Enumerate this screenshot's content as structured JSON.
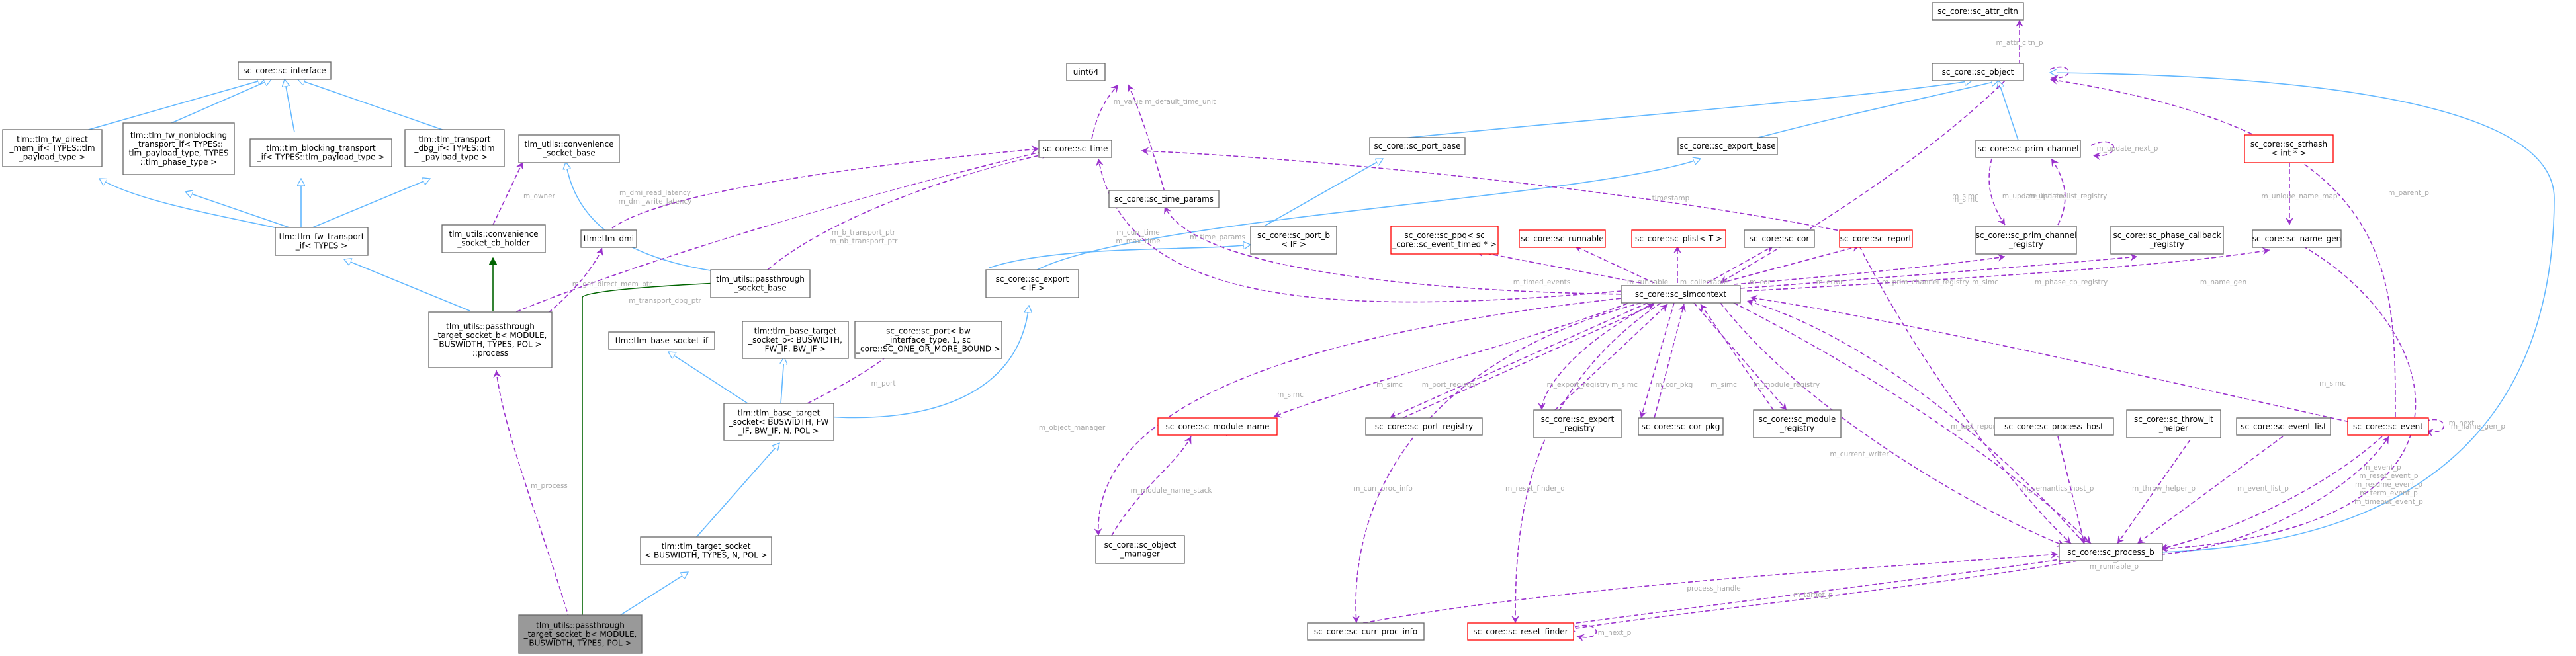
{
  "colors": {
    "inheritance": "#63b8ff",
    "protected_inheritance": "#006400",
    "usage": "#9a32cd",
    "label": "#a8a8a8",
    "node_border": "#666666",
    "truncated_border": "#ff0000",
    "focus_fill": "#999999"
  },
  "nodes": {
    "sc_attr_cltn": [
      "sc_core::sc_attr_cltn"
    ],
    "sc_object": [
      "sc_core::sc_object"
    ],
    "uint64": [
      "uint64"
    ],
    "sc_interface": [
      "sc_core::sc_interface"
    ],
    "fw_direct_mem_if": [
      "tlm::tlm_fw_direct",
      "_mem_if< TYPES::tlm",
      "_payload_type >"
    ],
    "fw_nonblocking_if": [
      "tlm::tlm_fw_nonblocking",
      "_transport_if< TYPES::",
      "tlm_payload_type, TYPES",
      "::tlm_phase_type >"
    ],
    "blocking_transport_if": [
      "tlm::tlm_blocking_transport",
      "_if< TYPES::tlm_payload_type >"
    ],
    "transport_dbg_if": [
      "tlm::tlm_transport",
      "_dbg_if< TYPES::tlm",
      "_payload_type >"
    ],
    "convenience_socket_base": [
      "tlm_utils::convenience",
      "_socket_base"
    ],
    "sc_time": [
      "sc_core::sc_time"
    ],
    "sc_port_base": [
      "sc_core::sc_port_base"
    ],
    "sc_export_base": [
      "sc_core::sc_export_base"
    ],
    "sc_prim_channel": [
      "sc_core::sc_prim_channel"
    ],
    "sc_strhash": [
      "sc_core::sc_strhash",
      "< int * >"
    ],
    "tlm_fw_transport_if": [
      "tlm::tlm_fw_transport",
      "_if< TYPES >"
    ],
    "convenience_socket_cb_holder": [
      "tlm_utils::convenience",
      "_socket_cb_holder"
    ],
    "tlm_dmi": [
      "tlm::tlm_dmi"
    ],
    "sc_time_params": [
      "sc_core::sc_time_params"
    ],
    "sc_port_b": [
      "sc_core::sc_port_b",
      "< IF >"
    ],
    "sc_ppq": [
      "sc_core::sc_ppq< sc",
      "_core::sc_event_timed * >"
    ],
    "sc_runnable": [
      "sc_core::sc_runnable"
    ],
    "sc_plist": [
      "sc_core::sc_plist< T >"
    ],
    "sc_cor": [
      "sc_core::sc_cor"
    ],
    "sc_report": [
      "sc_core::sc_report"
    ],
    "sc_prim_channel_registry": [
      "sc_core::sc_prim_channel",
      "_registry"
    ],
    "sc_phase_callback_registry": [
      "sc_core::sc_phase_callback",
      "_registry"
    ],
    "sc_name_gen": [
      "sc_core::sc_name_gen"
    ],
    "passthrough_socket_base": [
      "tlm_utils::passthrough",
      "_socket_base"
    ],
    "passthrough_process": [
      "tlm_utils::passthrough",
      "_target_socket_b< MODULE,",
      "BUSWIDTH, TYPES, POL >",
      "::process"
    ],
    "sc_export": [
      "sc_core::sc_export",
      "< IF >"
    ],
    "tlm_base_socket_if": [
      "tlm::tlm_base_socket_if"
    ],
    "tlm_base_target_socket_b": [
      "tlm::tlm_base_target",
      "_socket_b< BUSWIDTH,",
      "FW_IF, BW_IF >"
    ],
    "sc_port": [
      "sc_core::sc_port< bw",
      "_interface_type, 1, sc",
      "_core::SC_ONE_OR_MORE_BOUND >"
    ],
    "sc_simcontext": [
      "sc_core::sc_simcontext"
    ],
    "tlm_base_target_socket": [
      "tlm::tlm_base_target",
      "_socket< BUSWIDTH, FW",
      "_IF, BW_IF, N, POL >"
    ],
    "sc_module_name": [
      "sc_core::sc_module_name"
    ],
    "sc_port_registry": [
      "sc_core::sc_port_registry"
    ],
    "sc_export_registry": [
      "sc_core::sc_export",
      "_registry"
    ],
    "sc_cor_pkg": [
      "sc_core::sc_cor_pkg"
    ],
    "sc_module_registry": [
      "sc_core::sc_module",
      "_registry"
    ],
    "sc_process_host": [
      "sc_core::sc_process_host"
    ],
    "sc_throw_it_helper": [
      "sc_core::sc_throw_it",
      "_helper"
    ],
    "sc_event_list": [
      "sc_core::sc_event_list"
    ],
    "sc_event": [
      "sc_core::sc_event"
    ],
    "tlm_target_socket": [
      "tlm::tlm_target_socket",
      "< BUSWIDTH, TYPES, N, POL >"
    ],
    "sc_object_manager": [
      "sc_core::sc_object",
      "_manager"
    ],
    "sc_process_b": [
      "sc_core::sc_process_b"
    ],
    "sc_cor_proc_info": [
      "sc_core::sc_curr_proc_info"
    ],
    "sc_reset_finder": [
      "sc_core::sc_reset_finder"
    ],
    "focus": [
      "tlm_utils::passthrough",
      "_target_socket_b< MODULE,",
      "BUSWIDTH, TYPES, POL >"
    ]
  },
  "edge_labels": {
    "attr_cltn": "m_attr_cltn_p",
    "object_parent": "m_parent",
    "value_default": "m_value\nm_default_time_unit",
    "owner": "m_owner",
    "dmi_latency": [
      "m_dmi_read_latency",
      "m_dmi_write_latency"
    ],
    "get_direct_mem_ptr": "m_get_direct_mem_ptr",
    "transport_ptrs": [
      "m_b_transport_ptr",
      "m_nb_transport_ptr"
    ],
    "transport_dbg_ptr": "m_transport_dbg_ptr",
    "process": "m_process",
    "port": "m_port",
    "curr_time": [
      "m_curr_time",
      "m_max_time"
    ],
    "time_params": "m_time_params",
    "timestamp": "timestamp",
    "update_next": "m_update_next_p",
    "update_list": [
      "m_update_list_end",
      "m_update_list_registry"
    ],
    "simc": "m_simc",
    "unique_name_map": "m_unique_name_map",
    "timed_events": "m_timed_events",
    "runnable": "m_runnable",
    "collectable": "m_collectable",
    "cor": "m_cor",
    "error": "m_error",
    "prim_channel_registry": "m_prim_channel_registry",
    "phase_cb_registry": "m_phase_cb_registry",
    "name_gen": "m_name_gen",
    "parent_p": "m_parent_p",
    "next": "m_next",
    "port_registry": "m_port_registry",
    "export_registry": "m_export_registry",
    "cor_pkg": "m_cor_pkg",
    "module_registry": "m_module_registry",
    "object_manager": "m_object_manager",
    "curr_proc_info": "m_curr_proc_info",
    "reset_finder": "m_reset_finder_q",
    "current_writer": "m_current_writer",
    "last_report": "m_last_report_p",
    "semantics_host": "m_semantics_host_p",
    "throw_helper": "m_throw_helper_p",
    "event_list": "m_event_list_p",
    "event_p": [
      "m_event_p",
      "m_reset_event_p",
      "m_resume_event_p",
      "m_term_event_p",
      "m_timeout_event_p"
    ],
    "module_name_stack": "m_module_name_stack",
    "process_handle": "process_handle",
    "target_p": "m_target_p",
    "next_p": "m_next_p",
    "runnable_p": [
      "m_runnable_p",
      "m_p"
    ],
    "name_gen_p": "m_name_gen_p",
    "simc_event": "m_simc",
    "sc_event_next": "m_next"
  }
}
